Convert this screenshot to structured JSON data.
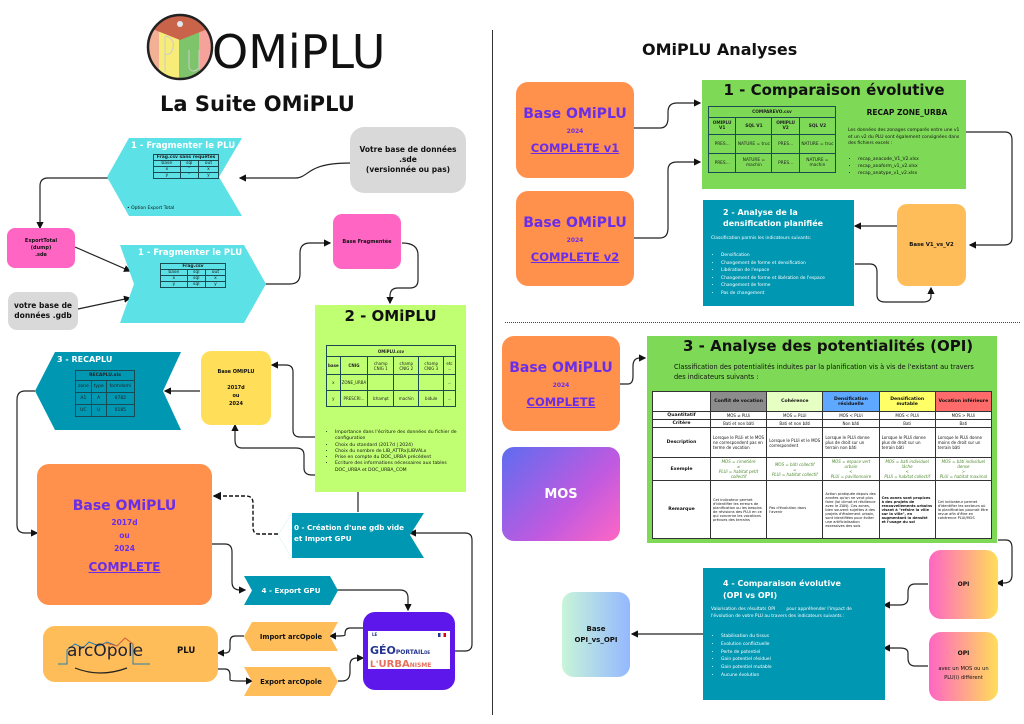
{
  "colors": {
    "cyan": "#5ce1e6",
    "teal": "#0097b2",
    "pink": "#ff66c4",
    "orange": "#ff914d",
    "yellow": "#ffde59",
    "light_orange": "#ffbd59",
    "lime": "#c1ff72",
    "green": "#7ed957",
    "grey": "#d9d9d9",
    "purple_text": "#6a2ee8",
    "geoportail_bg": "#5e17eb"
  },
  "left": {
    "logo_text": "OMiPLU",
    "subtitle": "La Suite OMiPLU",
    "frag1": {
      "title": "1 - Fragmenter le PLU",
      "table_title": "Frag.csv sans requêtes",
      "headers": [
        "base",
        "sql",
        "out"
      ],
      "rows": [
        [
          "x",
          "''",
          "x"
        ],
        [
          "y",
          "''",
          "y"
        ]
      ],
      "bullet": "Option Export Total"
    },
    "frag2": {
      "title": "1 - Fragmenter le PLU",
      "table_title": "Frag.csv",
      "headers": [
        "base",
        "sql",
        "out"
      ],
      "rows": [
        [
          "x",
          "sql",
          "x"
        ],
        [
          "y",
          "sql",
          "y"
        ]
      ]
    },
    "sde_source": {
      "line1": "Votre base de données",
      "line2": ".sde",
      "line3": "(versionnée ou pas)"
    },
    "export_total": {
      "line1": "ExportTotal",
      "line2": "(dump)",
      "line3": ".sde"
    },
    "gdb_source": {
      "line1": "votre base de",
      "line2": "données .gdb"
    },
    "base_fragmentee": "Base Fragmentée",
    "omiplu": {
      "title": "2 - OMiPLU",
      "table_title": "OMiPLU.csv",
      "headers": [
        "base",
        "CNIG",
        "champ CNIG 1",
        "champ CNIG 2",
        "champ CNIG 3",
        "etc ..."
      ],
      "rows": [
        [
          "x",
          "ZONE_URBA",
          "",
          "",
          "",
          "..."
        ],
        [
          "y",
          "PRESCRI...",
          "lchampt",
          "machin",
          "bidule",
          "..."
        ]
      ],
      "bullets": [
        "Importance dans l'écriture des données du fichier de configuration",
        "Choix du standard (2017d | 2024)",
        "Choix du nombre de LIB_ATTRx|LIBVALx",
        "Prise en compte du DOC_URBA précédent",
        "Ecriture des informations nécessaires aux tables DOC_URBA et DOC_URBA_COM"
      ]
    },
    "recaplu": {
      "title": "3 - RECAPLU",
      "table_title": "RECAPLU.xls",
      "headers": [
        "zone",
        "type",
        "formdomi"
      ],
      "rows": [
        [
          "A1",
          "A",
          "0782"
        ],
        [
          "UC",
          "U",
          "0185"
        ]
      ]
    },
    "base_small": {
      "title": "Base OMiPLU",
      "v1": "2017d",
      "or": "ou",
      "v2": "2024"
    },
    "base_big": {
      "title": "Base OMiPLU",
      "v1": "2017d",
      "or": "ou",
      "v2": "2024",
      "link": "COMPLETE"
    },
    "creation": {
      "line1": "0 - Création d'une gdb vide",
      "line2": "et Import GPU"
    },
    "export_gpu": "4 - Export GPU",
    "import_arcopole": "Import arcOpole",
    "export_arcopole": "Export arcOpole",
    "arcopole": {
      "logo": "arcOpole",
      "label": "PLU"
    },
    "geoportail": {
      "le": "LE",
      "geo": "GÉO",
      "portail": "PORTAIL",
      "de": "DE",
      "l": "L'",
      "urba": "URBA",
      "nisme": "NISME"
    }
  },
  "right": {
    "title": "OMiPLU Analyses",
    "base_v1": {
      "title": "Base OMiPLU",
      "year": "2024",
      "link": "COMPLETE v1"
    },
    "base_v2": {
      "title": "Base OMiPLU",
      "year": "2024",
      "link": "COMPLETE v2"
    },
    "compar": {
      "title": "1 - Comparaison évolutive",
      "table_title": "COMPAREVO.csv",
      "headers": [
        "OMIPLU V1",
        "SQL V1",
        "OMIPLU V2",
        "SQL V2"
      ],
      "rows": [
        [
          "PRES...",
          "NATURE = truc",
          "PRES...",
          "NATURE = truc"
        ],
        [
          "PRES...",
          "NATURE = machin",
          "PRES...",
          "NATURE = machin"
        ]
      ],
      "recap_title": "RECAP ZONE_URBA",
      "recap_text": "Les données des zonages comparés entre une v1 et un v2 du PLU sont également consignées dans des fichiers excels :",
      "recap_files": [
        "recap_anacode_V1_V2.xlsx",
        "recap_anaform_v1_v2.xlsx",
        "recap_anatype_v1_v2.xlsx"
      ]
    },
    "densif": {
      "title_line1": "2 - Analyse de la",
      "title_line2": "densification planifiée",
      "intro": "Classification parmis les indicateurs suivants:",
      "items": [
        "Densification",
        "Changement de forme et densification",
        "Libération de l'espace",
        "Changement de forme et libération de l'espace",
        "Changement de forme",
        "Pas de changement"
      ]
    },
    "base_v1v2": "Base V1_vs_V2",
    "base_complete": {
      "title": "Base OMiPLU",
      "year": "2024",
      "link": "COMPLETE"
    },
    "mos": "MOS",
    "opi_analysis": {
      "title": "3 - Analyse des potentialités (OPI)",
      "intro": "Classification des potentialités induites par la planification vis à vis de l'existant au travers des indicateurs suivants :",
      "columns": [
        {
          "name": "Conflit de vocation",
          "color": "#8c8c8c"
        },
        {
          "name": "Cohérence",
          "color": "#e6ffc2"
        },
        {
          "name": "Densification résiduelle",
          "color": "#5ea8ff"
        },
        {
          "name": "Densification mutable",
          "color": "#ffff66"
        },
        {
          "name": "Vocation inférieure",
          "color": "#ff6b6b"
        }
      ],
      "row_labels": [
        "Quantitatif",
        "Critère",
        "Description",
        "Exemple",
        "Remarque"
      ],
      "quantitatif": [
        "MOS ≠ PLUi",
        "MOS = PLUi",
        "MOS < PLUi",
        "MOS < PLUi",
        "MOS > PLUi"
      ],
      "critere": [
        "Bati et non bâti",
        "Bati et non bâti",
        "Non bâti",
        "Bati",
        "Bati"
      ],
      "description": [
        "Lorsque le PLUi et le MOS ne correspondent pas en terme de vocation",
        "Lorsque le PLUi et le MOS correspondent",
        "Lorsque le PLUi donne plus de droit sur un terrain non bâti",
        "Lorsque le PLUi donne plus de droit sur un terrain bâti",
        "Lorsque le PLUi donne moins de droit sur un terrain bâti"
      ],
      "exemple": [
        [
          "MOS = cimetière",
          "≠",
          "PLUi = habitat petit collectif"
        ],
        [
          "MOS = bâti collectif",
          "=",
          "PLUi = habitat collectif"
        ],
        [
          "MOS = espace vert urbain",
          "<",
          "PLUi = pavillonnaire"
        ],
        [
          "MOS = bati individuel lâche",
          "<",
          "PLUi = habitat collectif"
        ],
        [
          "MOS = bâti individuel dense",
          ">",
          "PLUi = habitat maximal"
        ]
      ],
      "remarque": [
        "Cet indicateur permet d'identifier les erreurs de planification ou les besoins de révisions des PLUi en ce qui concerne les vocations prévues des terrains",
        "Pas d'évolution dans l'avenir",
        "Action pratiquée depuis des années qu'on ne veut plus faire (loi climat et résilience avec le ZAN). Ces zones, bien souvent sujettes à des projets d'étalement urbain, sont identifiées pour éviter une artificialisation excessives des sols",
        "Ces zones sont propices à des projets de renouvellements urbains visant à \"refaire la ville sur la ville\", en augmentant la densité et l'usage du sol",
        "Cet indicateur permet d'identifier les secteurs où la planification pourrait être revue afin d'être en cohérence PLUi/MOS"
      ]
    },
    "opi1": "OPI",
    "opi2": {
      "title": "OPI",
      "sub": "avec un MOS ou un PLU(i) différent"
    },
    "compar_opi": {
      "title_line1": "4 - Comparaison évolutive",
      "title_line2": "(OPI vs OPI)",
      "intro": "Valorisation des résultats OPI        pour appréhender l'impact de l'évolution de votre PLU au travers des indicateurs suivants :",
      "items": [
        "Stabilisation du tissus",
        "Evolution conflictuelle",
        "Perte de potentiel",
        "Gain potentiel résiduel",
        "Gain potentiel mutable",
        "Aucune évolution"
      ]
    },
    "base_opi": {
      "line1": "Base",
      "line2": "OPI_vs_OPI"
    }
  }
}
